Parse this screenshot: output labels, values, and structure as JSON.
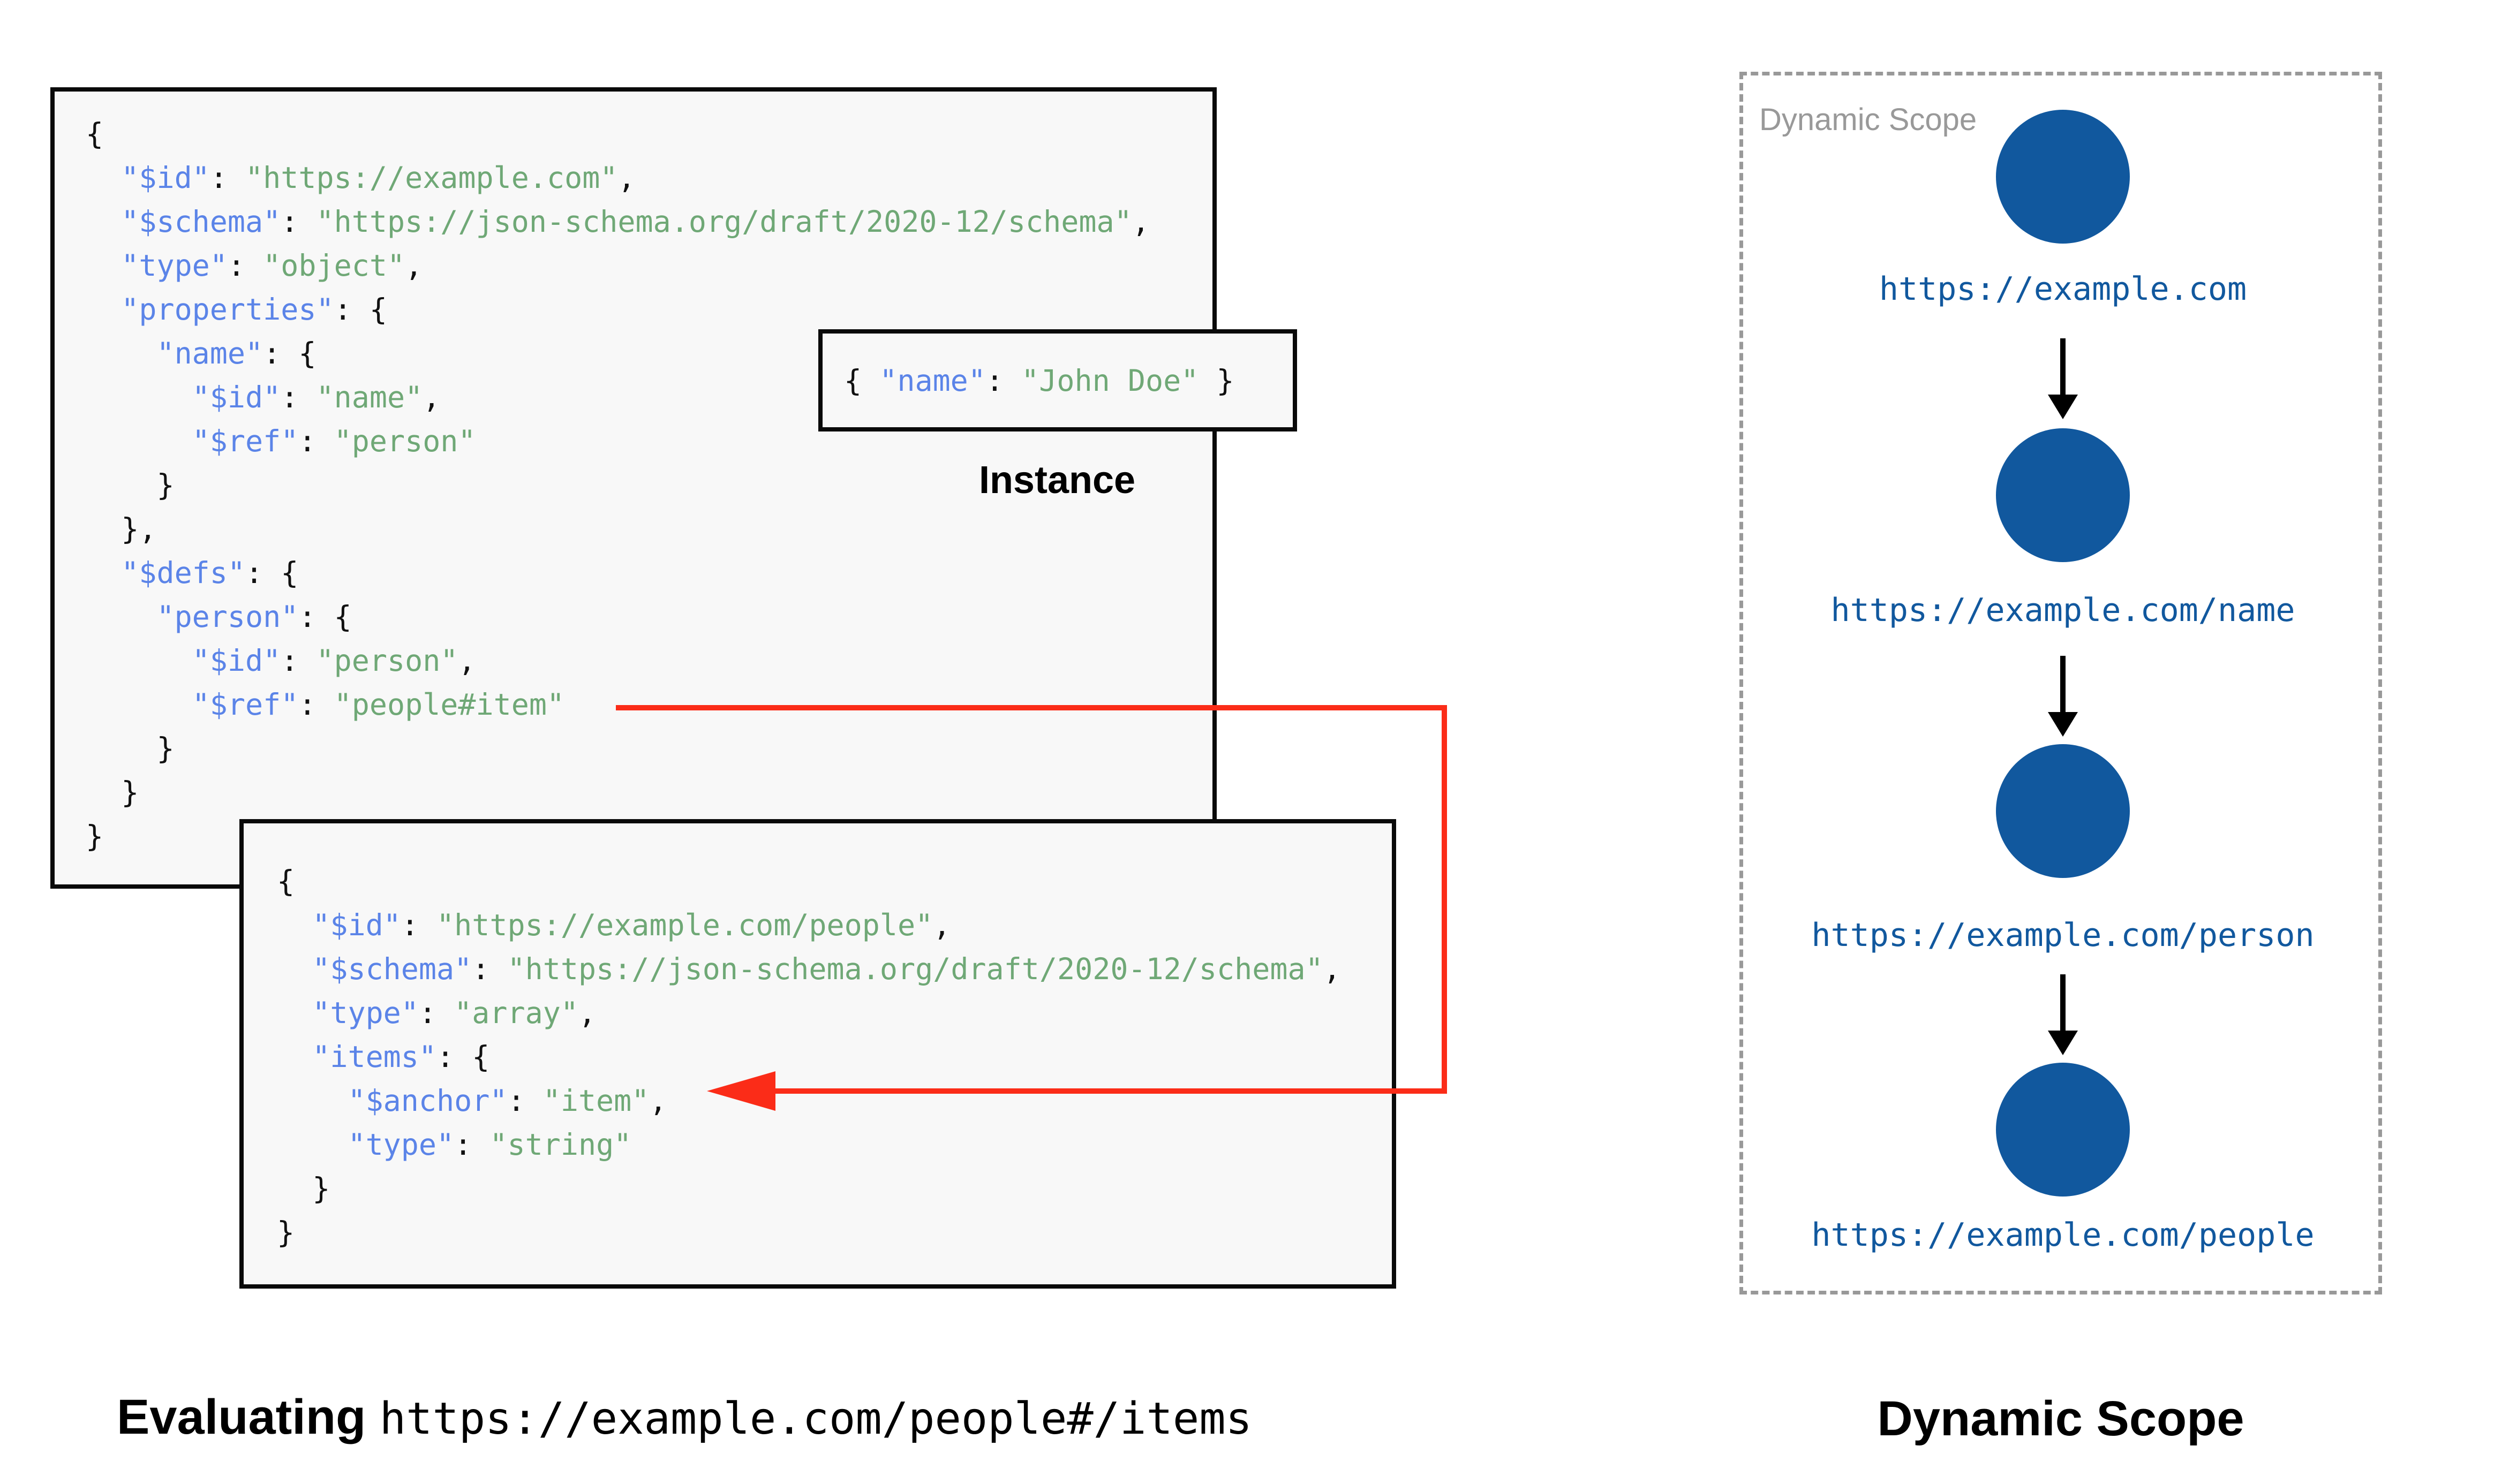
{
  "colors": {
    "key_blue": "#5b84e8",
    "string_green": "#6fa876",
    "node_blue": "#11589e",
    "url_blue": "#11589e",
    "red_accent": "#fb2c18",
    "gray_label": "#999999",
    "box_bg": "#f8f8f8",
    "border_black": "#0a0a0a"
  },
  "schema1": {
    "lines": [
      "{",
      "  \"$id\": \"https://example.com\",",
      "  \"$schema\": \"https://json-schema.org/draft/2020-12/schema\",",
      "  \"type\": \"object\",",
      "  \"properties\": {",
      "    \"name\": {",
      "      \"$id\": \"name\",",
      "      \"$ref\": \"person\"",
      "    }",
      "  },",
      "  \"$defs\": {",
      "    \"person\": {",
      "      \"$id\": \"person\",",
      "      \"$ref\": \"people#item\"",
      "    }",
      "  }",
      "}"
    ]
  },
  "schema2": {
    "lines": [
      "{",
      "  \"$id\": \"https://example.com/people\",",
      "  \"$schema\": \"https://json-schema.org/draft/2020-12/schema\",",
      "  \"type\": \"array\",",
      "  \"items\": {",
      "    \"$anchor\": \"item\",",
      "    \"type\": \"string\"",
      "  }",
      "}"
    ]
  },
  "instance": {
    "code": "{ \"name\": \"John Doe\" }",
    "label": "Instance"
  },
  "dynamic_scope": {
    "panel_label": "Dynamic Scope",
    "nodes": [
      {
        "url": "https://example.com"
      },
      {
        "url": "https://example.com/name"
      },
      {
        "url": "https://example.com/person"
      },
      {
        "url": "https://example.com/people"
      }
    ],
    "caption": "Dynamic Scope"
  },
  "evaluating": {
    "label": "Evaluating",
    "target": "https://example.com/people#/items"
  }
}
